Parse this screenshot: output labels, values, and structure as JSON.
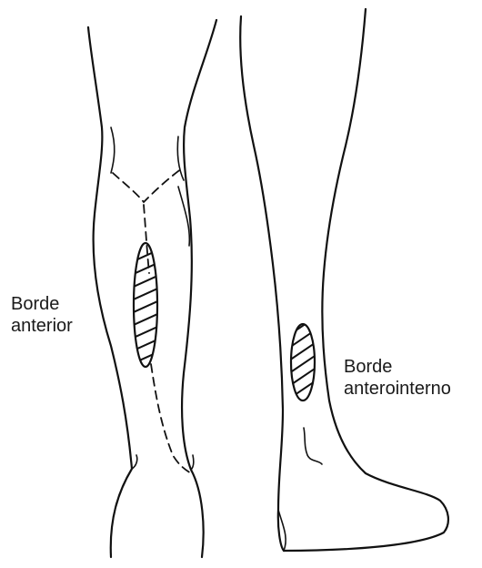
{
  "labels": {
    "left": {
      "line1": "Borde",
      "line2": "anterior"
    },
    "right": {
      "line1": "Borde",
      "line2": "anterointerno"
    }
  },
  "colors": {
    "ink": "#111111",
    "background": "#ffffff"
  }
}
